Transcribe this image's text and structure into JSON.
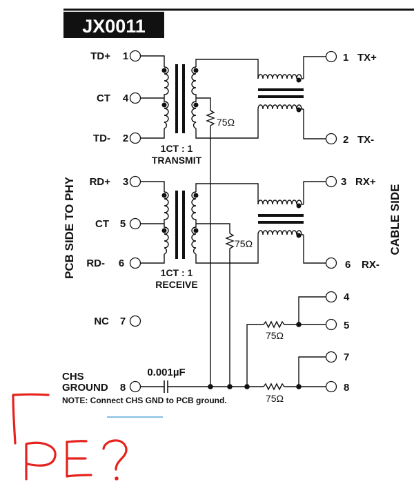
{
  "title": "JX0011",
  "left_side_label": "PCB SIDE TO PHY",
  "right_side_label": "CABLE SIDE",
  "left_pins": [
    {
      "label": "TD+",
      "number": "1"
    },
    {
      "label": "CT",
      "number": "4"
    },
    {
      "label": "TD-",
      "number": "2"
    },
    {
      "label": "RD+",
      "number": "3"
    },
    {
      "label": "CT",
      "number": "5"
    },
    {
      "label": "RD-",
      "number": "6"
    },
    {
      "label": "NC",
      "number": "7"
    }
  ],
  "right_pins": [
    {
      "number": "1",
      "label": "TX+"
    },
    {
      "number": "2",
      "label": "TX-"
    },
    {
      "number": "3",
      "label": "RX+"
    },
    {
      "number": "6",
      "label": "RX-"
    },
    {
      "number": "4",
      "label": ""
    },
    {
      "number": "5",
      "label": ""
    },
    {
      "number": "7",
      "label": ""
    },
    {
      "number": "8",
      "label": ""
    }
  ],
  "chs_ground": {
    "line1": "CHS",
    "line2": "GROUND",
    "number": "8"
  },
  "capacitor_value": "0.001µF",
  "resistor_value": "75Ω",
  "transmit_ratio": "1CT : 1",
  "transmit_label": "TRANSMIT",
  "receive_ratio": "1CT : 1",
  "receive_label": "RECEIVE",
  "note": "NOTE:  Connect CHS GND to PCB ground.",
  "handwritten_annotation": "PE?"
}
